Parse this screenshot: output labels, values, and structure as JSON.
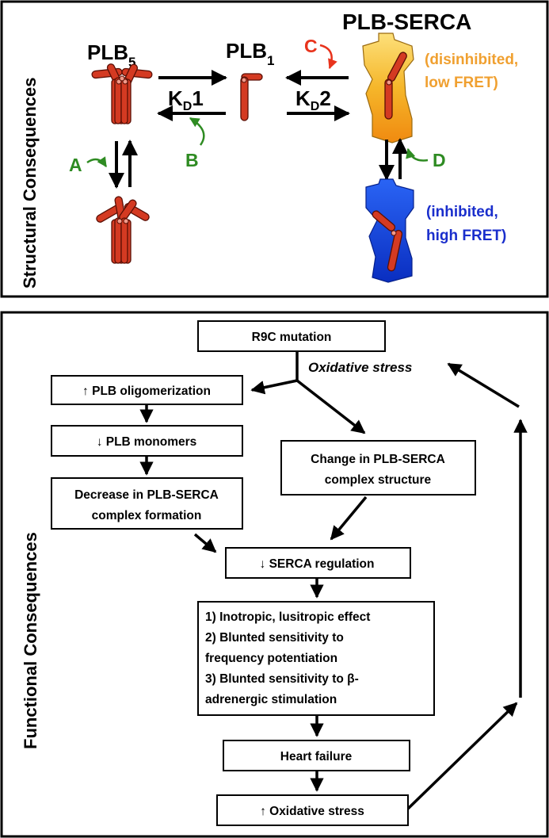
{
  "structural": {
    "side_label": "Structural Consequences",
    "plb5": "PLB",
    "plb5_sub": "5",
    "plb1": "PLB",
    "plb1_sub": "1",
    "plb_serca": "PLB-SERCA",
    "kd1": "K",
    "kd1_sub": "D",
    "kd1_tail": "1",
    "kd2": "K",
    "kd2_sub": "D",
    "kd2_tail": "2",
    "label_a": "A",
    "label_b": "B",
    "label_c": "C",
    "label_d": "D",
    "disinhibited_line1": "(disinhibited,",
    "disinhibited_line2": "low FRET)",
    "inhibited_line1": "(inhibited,",
    "inhibited_line2": "high FRET)"
  },
  "functional": {
    "side_label": "Functional Consequences",
    "r9c": "R9C mutation",
    "oxidative_italic": "Oxidative stress",
    "oligomerization": "↑ PLB oligomerization",
    "monomers": "↓ PLB monomers",
    "decrease_line1": "Decrease in PLB-SERCA",
    "decrease_line2": "complex formation",
    "change_line1": "Change in PLB-SERCA",
    "change_line2": "complex structure",
    "serca_regulation": "↓ SERCA regulation",
    "effects_line1": "1) Inotropic, lusitropic effect",
    "effects_line2": "2) Blunted sensitivity to",
    "effects_line3": "frequency potentiation",
    "effects_line4": "3) Blunted sensitivity to β-",
    "effects_line5": "adrenergic stimulation",
    "heart_failure": "Heart failure",
    "oxidative_stress_box": "↑ Oxidative stress"
  },
  "colors": {
    "helix_red": "#d43a22",
    "green_arrow": "#2e8b22",
    "red_arrow": "#e8331c",
    "orange_text": "#f0a030",
    "blue_text": "#1a2ecc",
    "serca_orange": "#f5b62a",
    "serca_blue": "#1a4fe0"
  }
}
